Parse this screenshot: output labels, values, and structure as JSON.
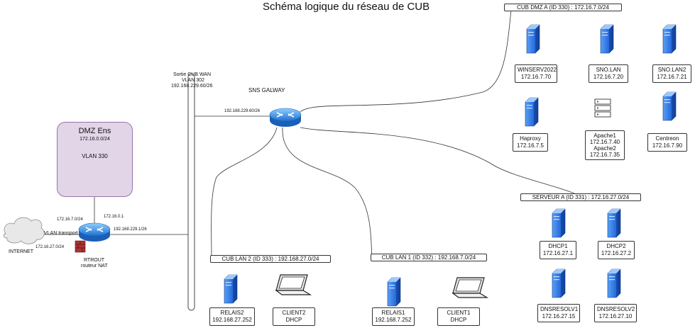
{
  "title": "Schéma logique du réseau de CUB",
  "dmz_ens": {
    "name": "DMZ Ens",
    "subnet": "172.16.0.0/24",
    "vlan": "VLAN 330"
  },
  "wan_bus": {
    "line1": "Sortie CUB WAN",
    "line2": "VLAN 302",
    "line3": "192.168.229.60/26"
  },
  "sns_galway": {
    "name": "SNS GALWAY",
    "ip": "192.168.229.60/26"
  },
  "rtrout": {
    "name": "RTROUT",
    "role": "routeur NAT",
    "ip_dmz_net": "172.16.7.0/24",
    "ip_dmz": "172.16.0.1",
    "ip_wan": "192.168.229.1/26",
    "ip_internet": "172.16.27.0/24",
    "vlan_transport": "VLAN transport"
  },
  "internet": {
    "name": "INTERNET"
  },
  "segments": {
    "cub_dmz_a": "CUB DMZ A (ID 330) : 172.16.7.0/24",
    "serveur_a": "SERVEUR A (ID 331) : 172.16.27.0/24",
    "cub_lan2": "CUB LAN  2 (ID 333) : 192.168.27.0/24",
    "cub_lan1": "CUB LAN 1 (ID 332) : 192.168.7.0/24"
  },
  "dmz_servers": [
    {
      "name": "WINSERV2022",
      "ip": "172.16.7.70"
    },
    {
      "name": "SNO.LAN",
      "ip": "172.16.7.20"
    },
    {
      "name": "SNO.LAN2",
      "ip": "172.16.7.21"
    },
    {
      "name": "Haproxy",
      "ip": "172.16.7.5"
    },
    {
      "name": "Apache1",
      "ip": "172.16.7.40",
      "name2": "Apache2",
      "ip2": "172.16.7.35"
    },
    {
      "name": "Centreon",
      "ip": "172.16.7.90"
    }
  ],
  "serveur_a_hosts": [
    {
      "name": "DHCP1",
      "ip": "172.16.27.1"
    },
    {
      "name": "DHCP2",
      "ip": "172.16.27.2"
    },
    {
      "name": "DNSRESOLV1",
      "ip": "172.16.27.15"
    },
    {
      "name": "DNSRESOLV2",
      "ip": "172.16.27.10"
    }
  ],
  "lan2_hosts": [
    {
      "name": "RELAIS2",
      "ip": "192.168.27.252"
    },
    {
      "name": "CLIENT2",
      "ip": "DHCP"
    }
  ],
  "lan1_hosts": [
    {
      "name": "RELAIS1",
      "ip": "192.168.7.252"
    },
    {
      "name": "CLIENT1",
      "ip": "DHCP"
    }
  ],
  "colors": {
    "router": "#1f6fd1",
    "server": "#1d5fd6",
    "dmz_fill": "#e1d5e7",
    "dmz_border": "#9673a6",
    "firewall": "#a33"
  }
}
